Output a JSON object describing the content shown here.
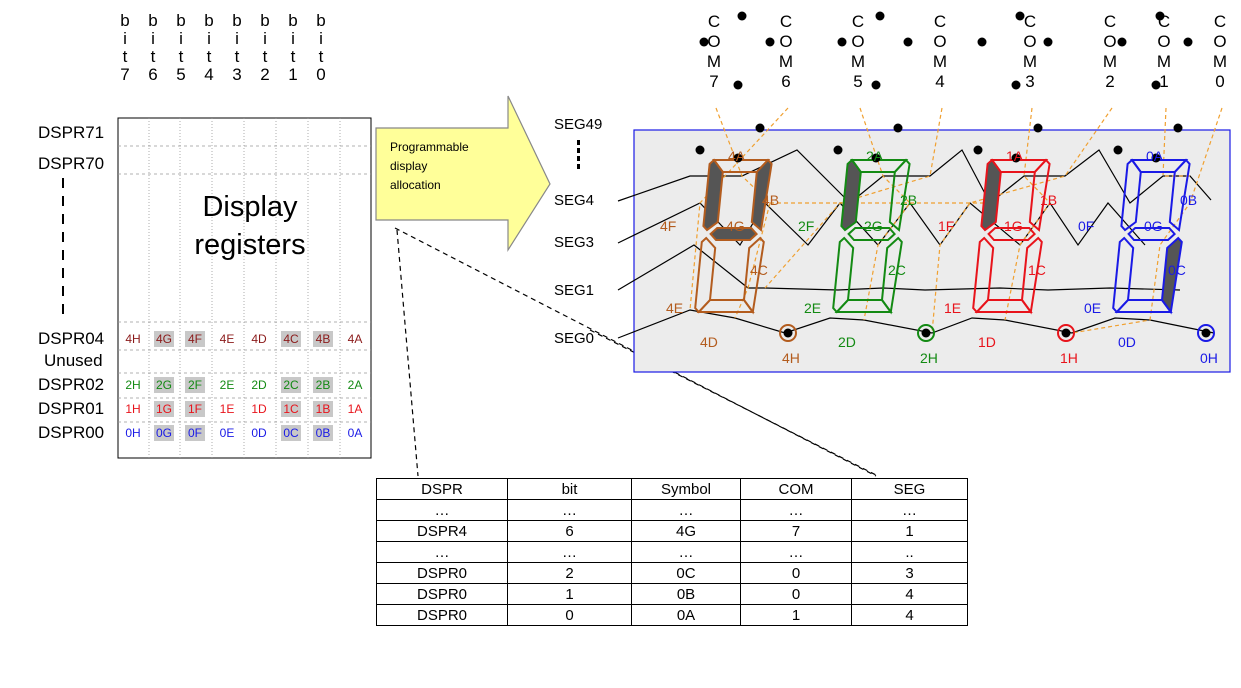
{
  "bit_headers": [
    {
      "letters": "b\ni\nt\n7"
    },
    {
      "letters": "b\ni\nt\n6"
    },
    {
      "letters": "b\ni\nt\n5"
    },
    {
      "letters": "b\ni\nt\n4"
    },
    {
      "letters": "b\ni\nt\n3"
    },
    {
      "letters": "b\ni\nt\n2"
    },
    {
      "letters": "b\ni\nt\n1"
    },
    {
      "letters": "b\ni\nt\n0"
    }
  ],
  "register_labels": {
    "dspr71": "DSPR71",
    "dspr70": "DSPR70",
    "dspr04": "DSPR04",
    "unused": "Unused",
    "dspr02": "DSPR02",
    "dspr01": "DSPR01",
    "dspr00": "DSPR00"
  },
  "display_registers": {
    "line1": "Display",
    "line2": "registers"
  },
  "register_rows": {
    "dspr04": [
      "4H",
      "4G",
      "4F",
      "4E",
      "4D",
      "4C",
      "4B",
      "4A"
    ],
    "dspr02": [
      "2H",
      "2G",
      "2F",
      "2E",
      "2D",
      "2C",
      "2B",
      "2A"
    ],
    "dspr01": [
      "1H",
      "1G",
      "1F",
      "1E",
      "1D",
      "1C",
      "1B",
      "1A"
    ],
    "dspr00": [
      "0H",
      "0G",
      "0F",
      "0E",
      "0D",
      "0C",
      "0B",
      "0A"
    ]
  },
  "arrow": {
    "line1": "Programmable",
    "line2": "display",
    "line3": "allocation"
  },
  "com_headers": [
    {
      "letters": "C\nO\nM\n7"
    },
    {
      "letters": "C\nO\nM\n6"
    },
    {
      "letters": "C\nO\nM\n5"
    },
    {
      "letters": "C\nO\nM\n4"
    },
    {
      "letters": "C\nO\nM\n3"
    },
    {
      "letters": "C\nO\nM\n2"
    },
    {
      "letters": "C\nO\nM\n1"
    },
    {
      "letters": "C\nO\nM\n0"
    }
  ],
  "seg_labels": {
    "seg49": "SEG49",
    "seg4": "SEG4",
    "seg3": "SEG3",
    "seg1": "SEG1",
    "seg0": "SEG0"
  },
  "digits": [
    {
      "A": "4A",
      "B": "4B",
      "C": "4C",
      "D": "4D",
      "E": "4E",
      "F": "4F",
      "G": "4G",
      "H": "4H",
      "color": "#b35c1e"
    },
    {
      "A": "2A",
      "B": "2B",
      "C": "2C",
      "D": "2D",
      "E": "2E",
      "F": "2F",
      "G": "2G",
      "H": "2H",
      "color": "#138a13"
    },
    {
      "A": "1A",
      "B": "1B",
      "C": "1C",
      "D": "1D",
      "E": "1E",
      "F": "1F",
      "G": "1G",
      "H": "1H",
      "color": "#e8131b"
    },
    {
      "A": "0A",
      "B": "0B",
      "C": "0C",
      "D": "0D",
      "E": "0E",
      "F": "0F",
      "G": "0G",
      "H": "0H",
      "color": "#1a1ae6"
    }
  ],
  "table": {
    "headers": [
      "DSPR",
      "bit",
      "Symbol",
      "COM",
      "SEG"
    ],
    "rows": [
      [
        "…",
        "…",
        "…",
        "…",
        "…"
      ],
      [
        "DSPR4",
        "6",
        "4G",
        "7",
        "1"
      ],
      [
        "…",
        "…",
        "…",
        "…",
        ".."
      ],
      [
        "DSPR0",
        "2",
        "0C",
        "0",
        "3"
      ],
      [
        "DSPR0",
        "1",
        "0B",
        "0",
        "4"
      ],
      [
        "DSPR0",
        "0",
        "0A",
        "1",
        "4"
      ]
    ]
  },
  "colors": {
    "row4": "#8b1a1a",
    "row2": "#138a13",
    "row1": "#e8131b",
    "row0": "#1a1ae6",
    "highlight": "#c8c8c8",
    "dashed_orange": "#f0a030",
    "panel_bg": "#ececec",
    "panel_border": "#1a1ae6"
  }
}
